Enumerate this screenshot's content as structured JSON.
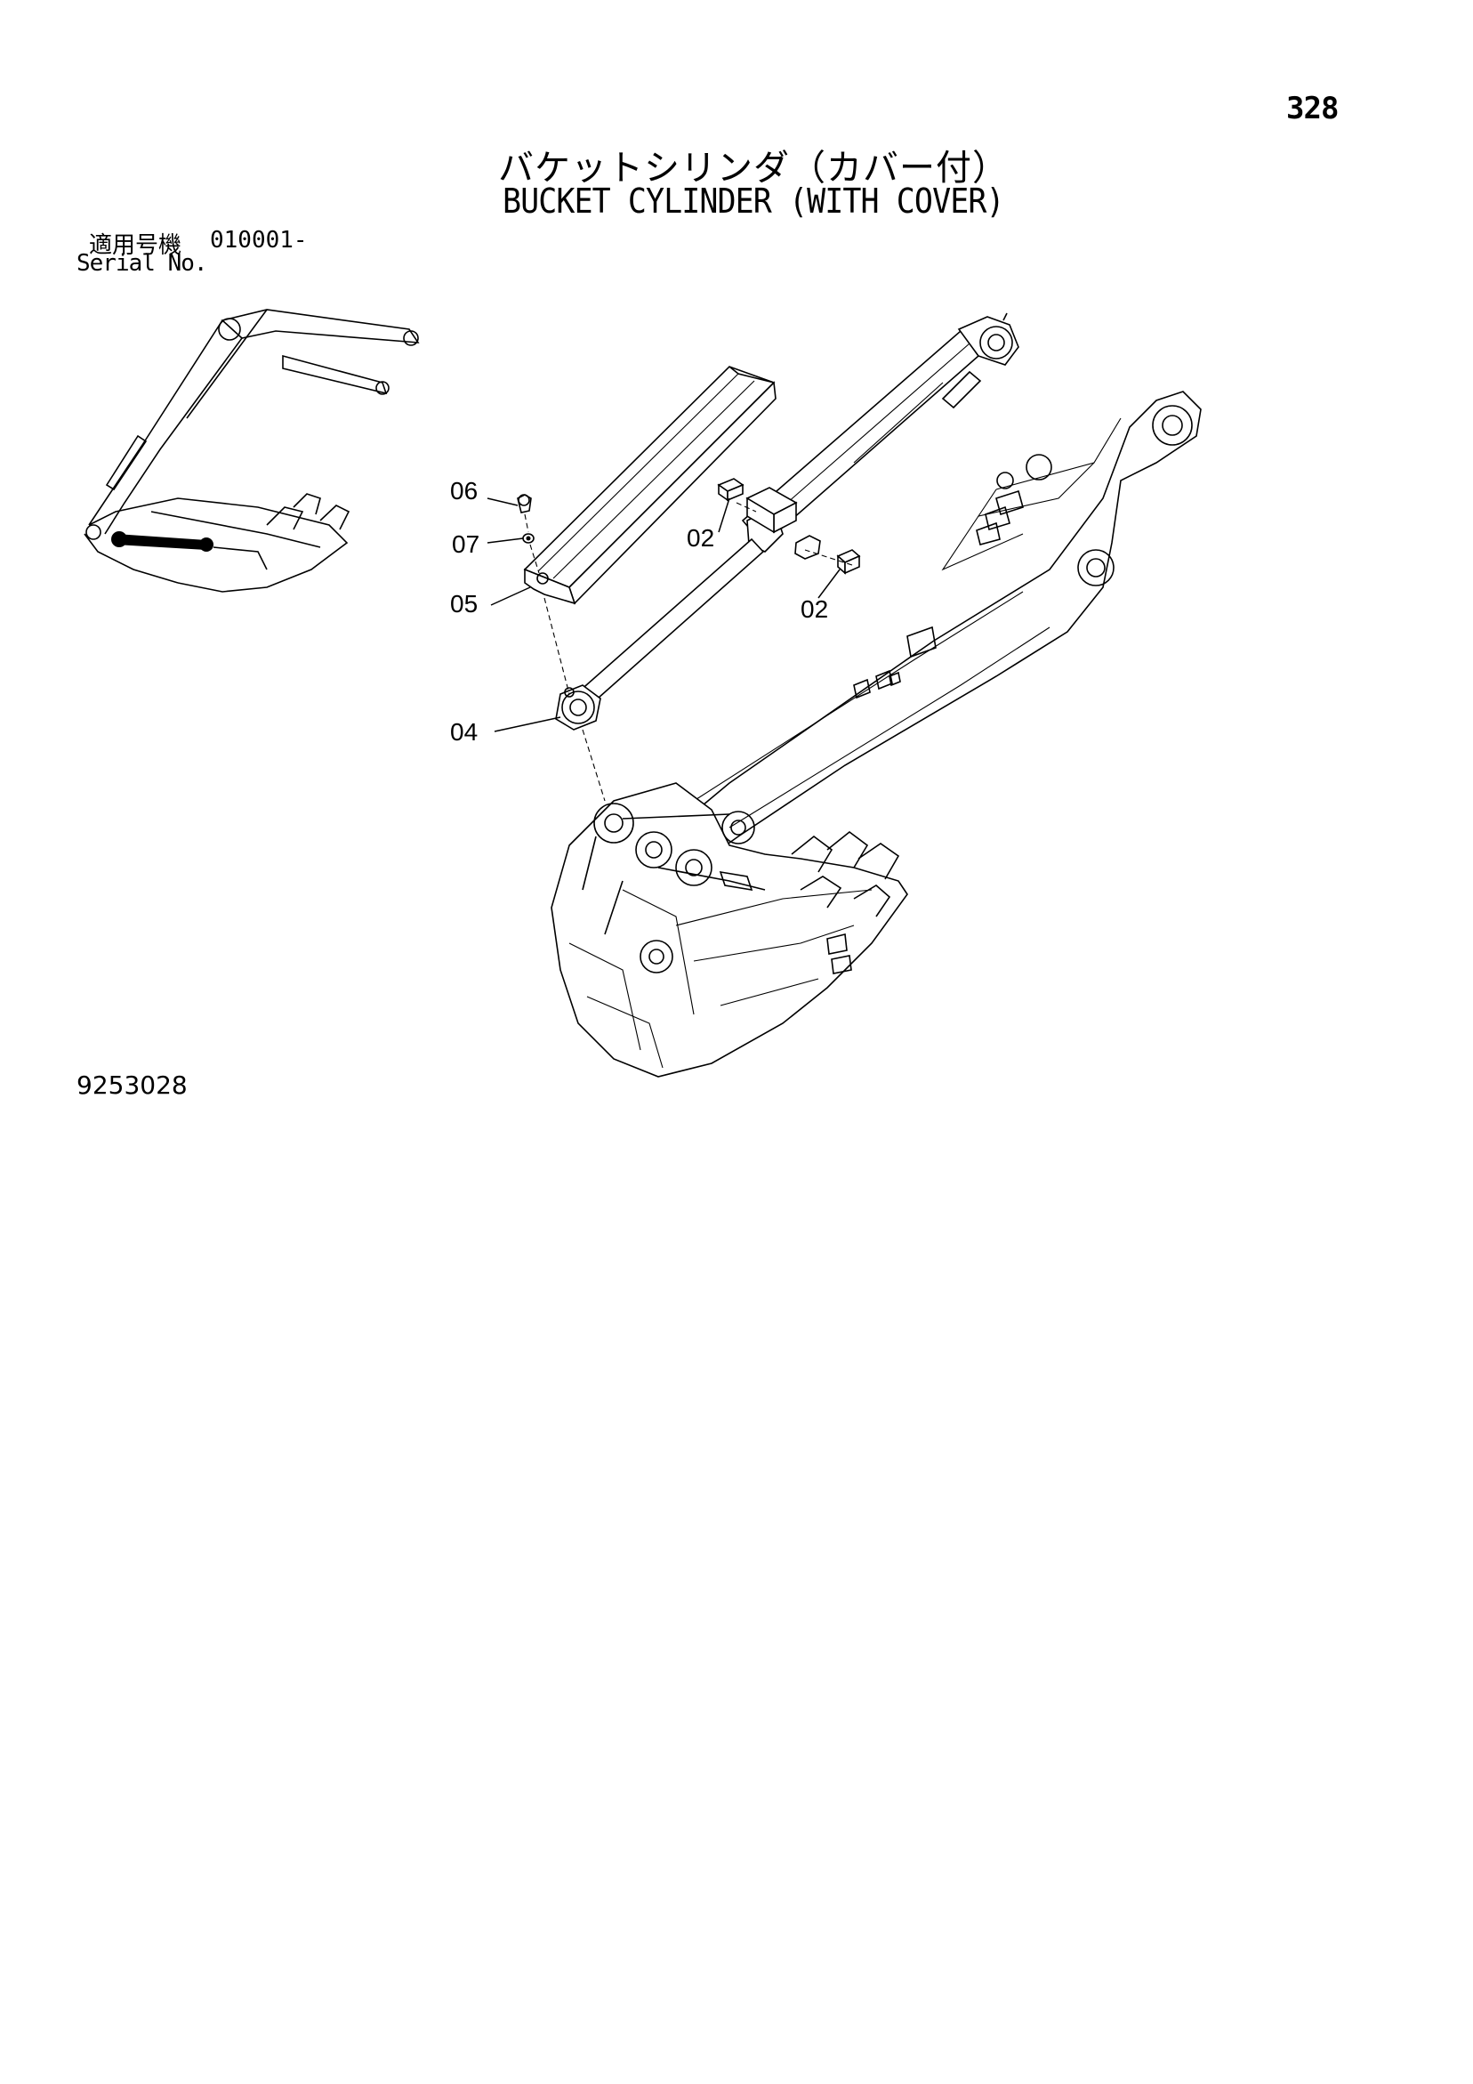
{
  "header": {
    "page_number": "328",
    "title_ja": "バケットシリンダ（カバー付）",
    "title_en": "BUCKET CYLINDER (WITH COVER)"
  },
  "serial": {
    "label_ja": "適用号機",
    "number": "010001-",
    "label_en": "Serial No."
  },
  "callouts": {
    "c06": "06",
    "c07": "07",
    "c05": "05",
    "c04": "04",
    "c02_a": "02",
    "c02_b": "02"
  },
  "footer": {
    "drawing_number": "9253028"
  }
}
